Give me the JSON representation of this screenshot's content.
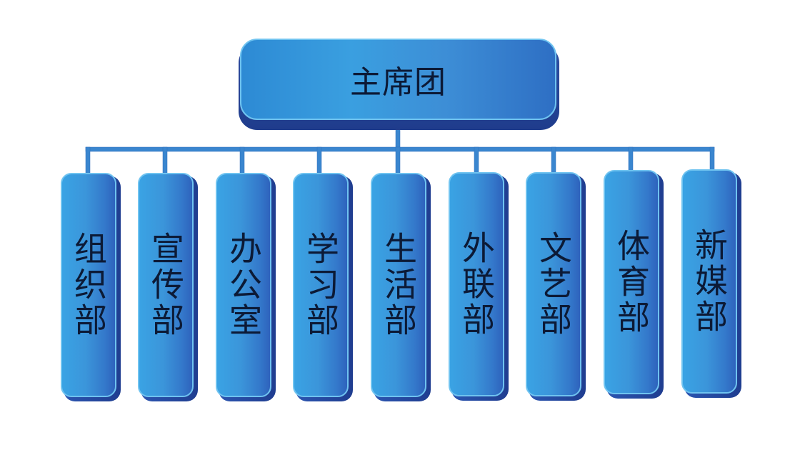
{
  "diagram": {
    "root": {
      "label": "主席团"
    },
    "children": [
      {
        "label": "组织部"
      },
      {
        "label": "宣传部"
      },
      {
        "label": "办公室"
      },
      {
        "label": "学习部"
      },
      {
        "label": "生活部"
      },
      {
        "label": "外联部"
      },
      {
        "label": "文艺部"
      },
      {
        "label": "体育部"
      },
      {
        "label": "新媒部"
      }
    ],
    "colors": {
      "box_fill": "#3a9fe0",
      "box_border": "#6fc3f0",
      "box_shadow": "#1f3c8c",
      "connector": "#3a86cf",
      "text": "#0c1a36"
    }
  }
}
